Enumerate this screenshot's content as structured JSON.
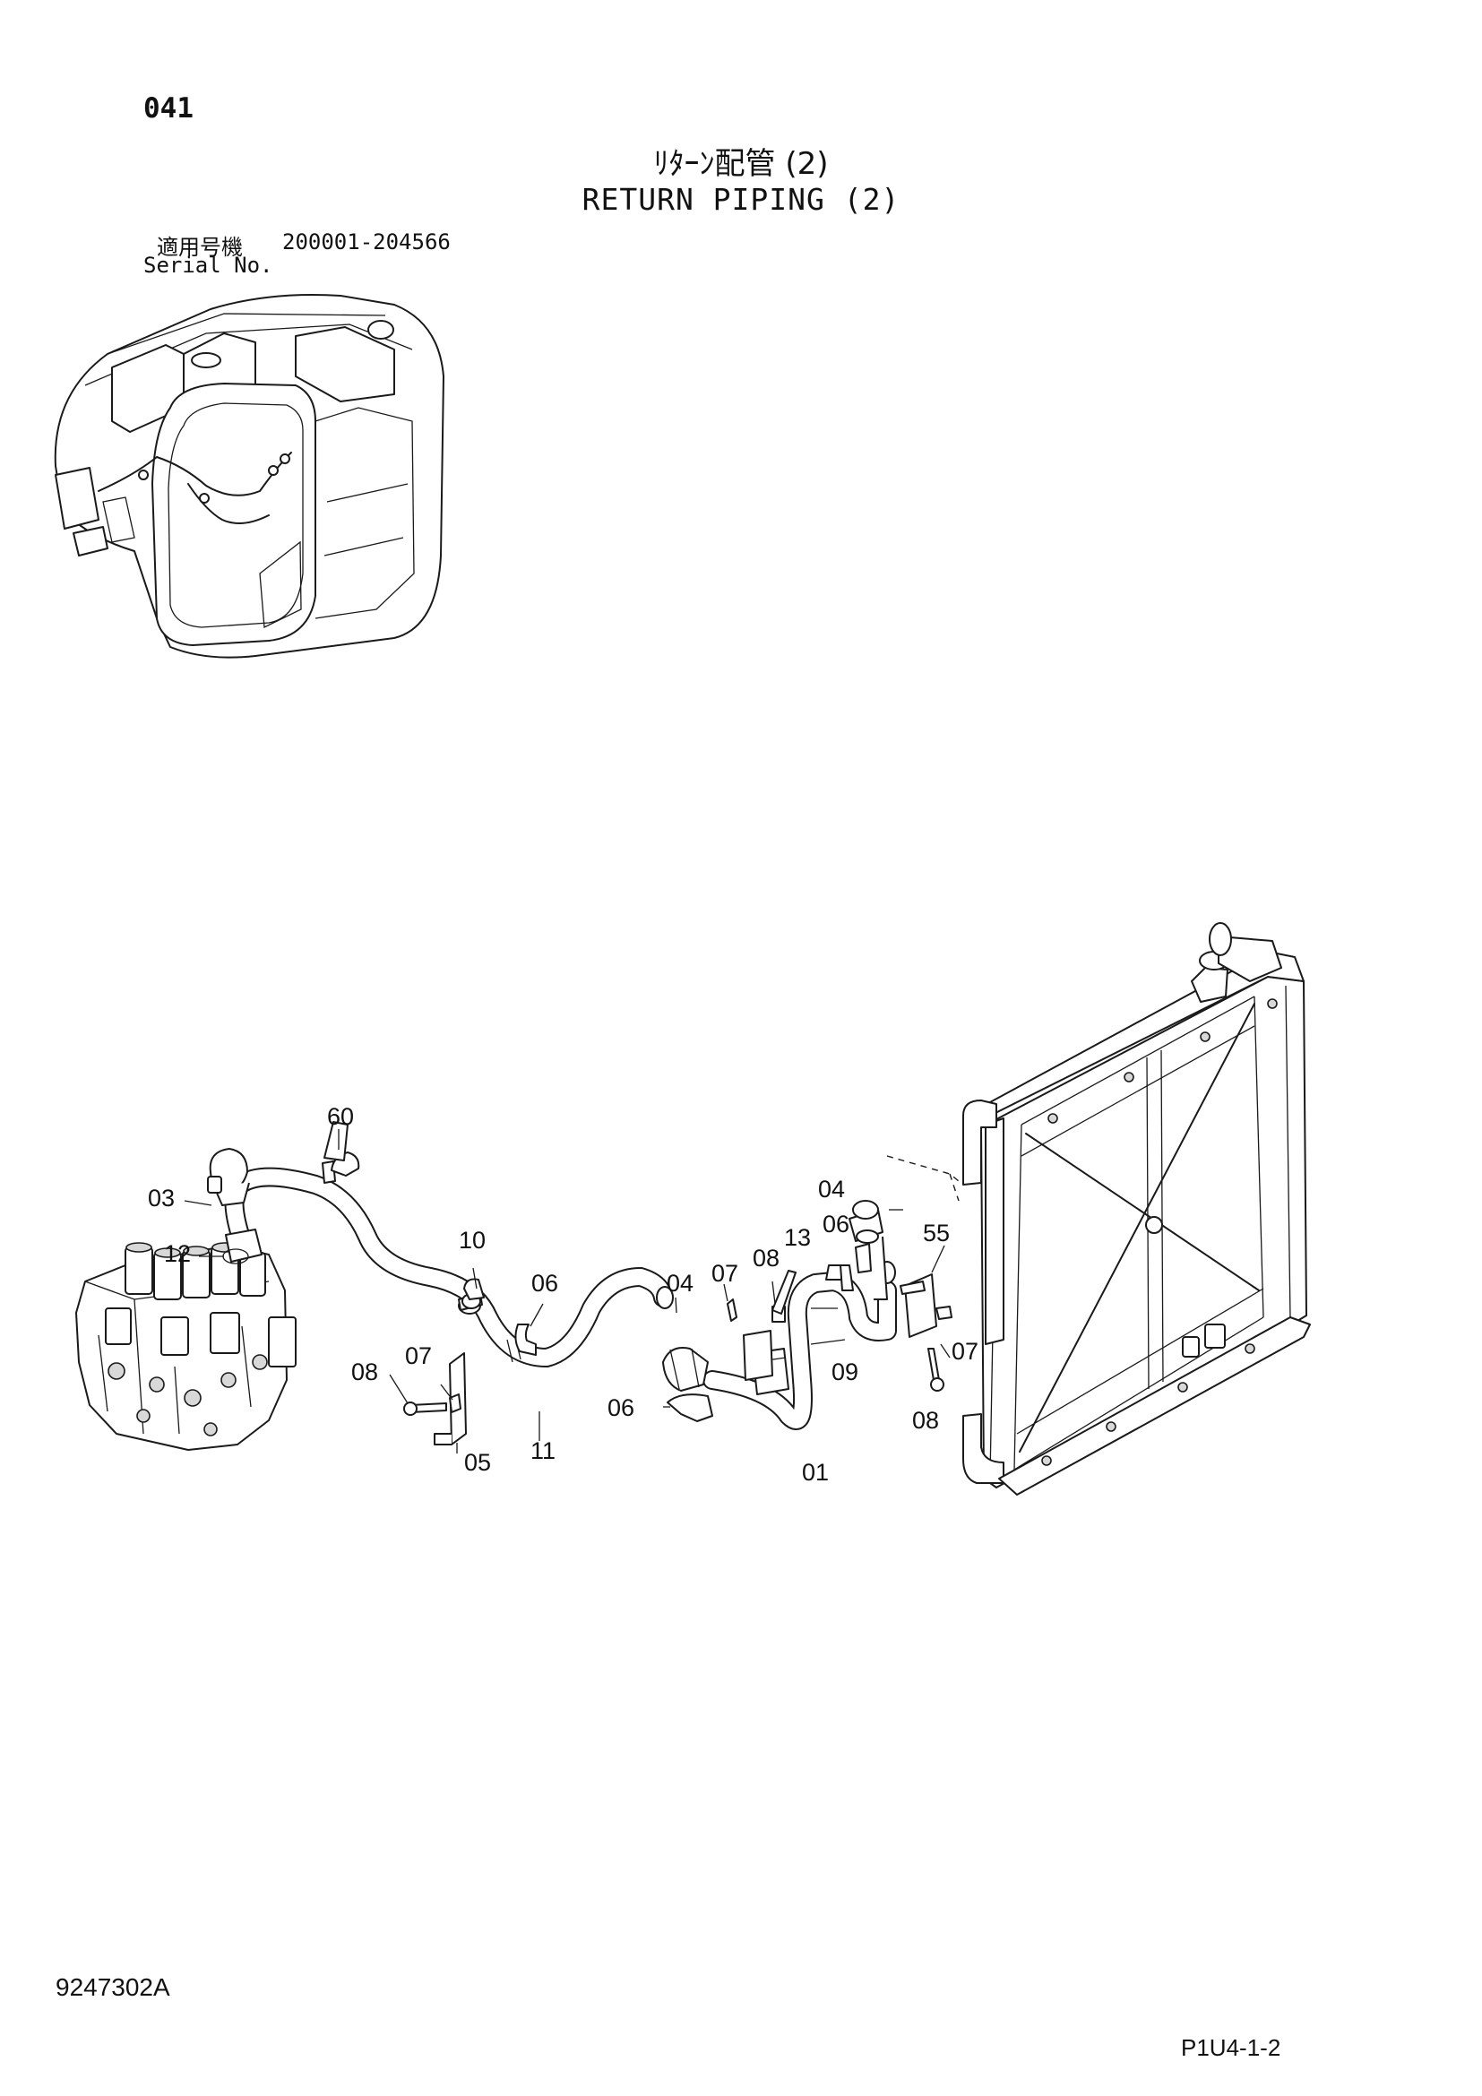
{
  "header": {
    "page_number": "041",
    "title_jp": "ﾘﾀｰﾝ配管 (2)",
    "title_en": "RETURN PIPING (2)",
    "serial_label_jp": "適用号機",
    "serial_range": "200001-204566",
    "serial_label_en": "Serial No."
  },
  "callouts": {
    "c60": "60",
    "c03": "03",
    "c12": "12",
    "c10": "10",
    "c06a": "06",
    "c08a": "08",
    "c07a": "07",
    "c05": "05",
    "c11": "11",
    "c04a": "04",
    "c07b": "07",
    "c08b": "08",
    "c06b": "06",
    "c09": "09",
    "c01": "01",
    "c04b": "04",
    "c13": "13",
    "c06c": "06",
    "c55": "55",
    "c07c": "07",
    "c08c": "08"
  },
  "footer": {
    "drawing_number": "9247302A",
    "page_ref": "P1U4-1-2"
  }
}
